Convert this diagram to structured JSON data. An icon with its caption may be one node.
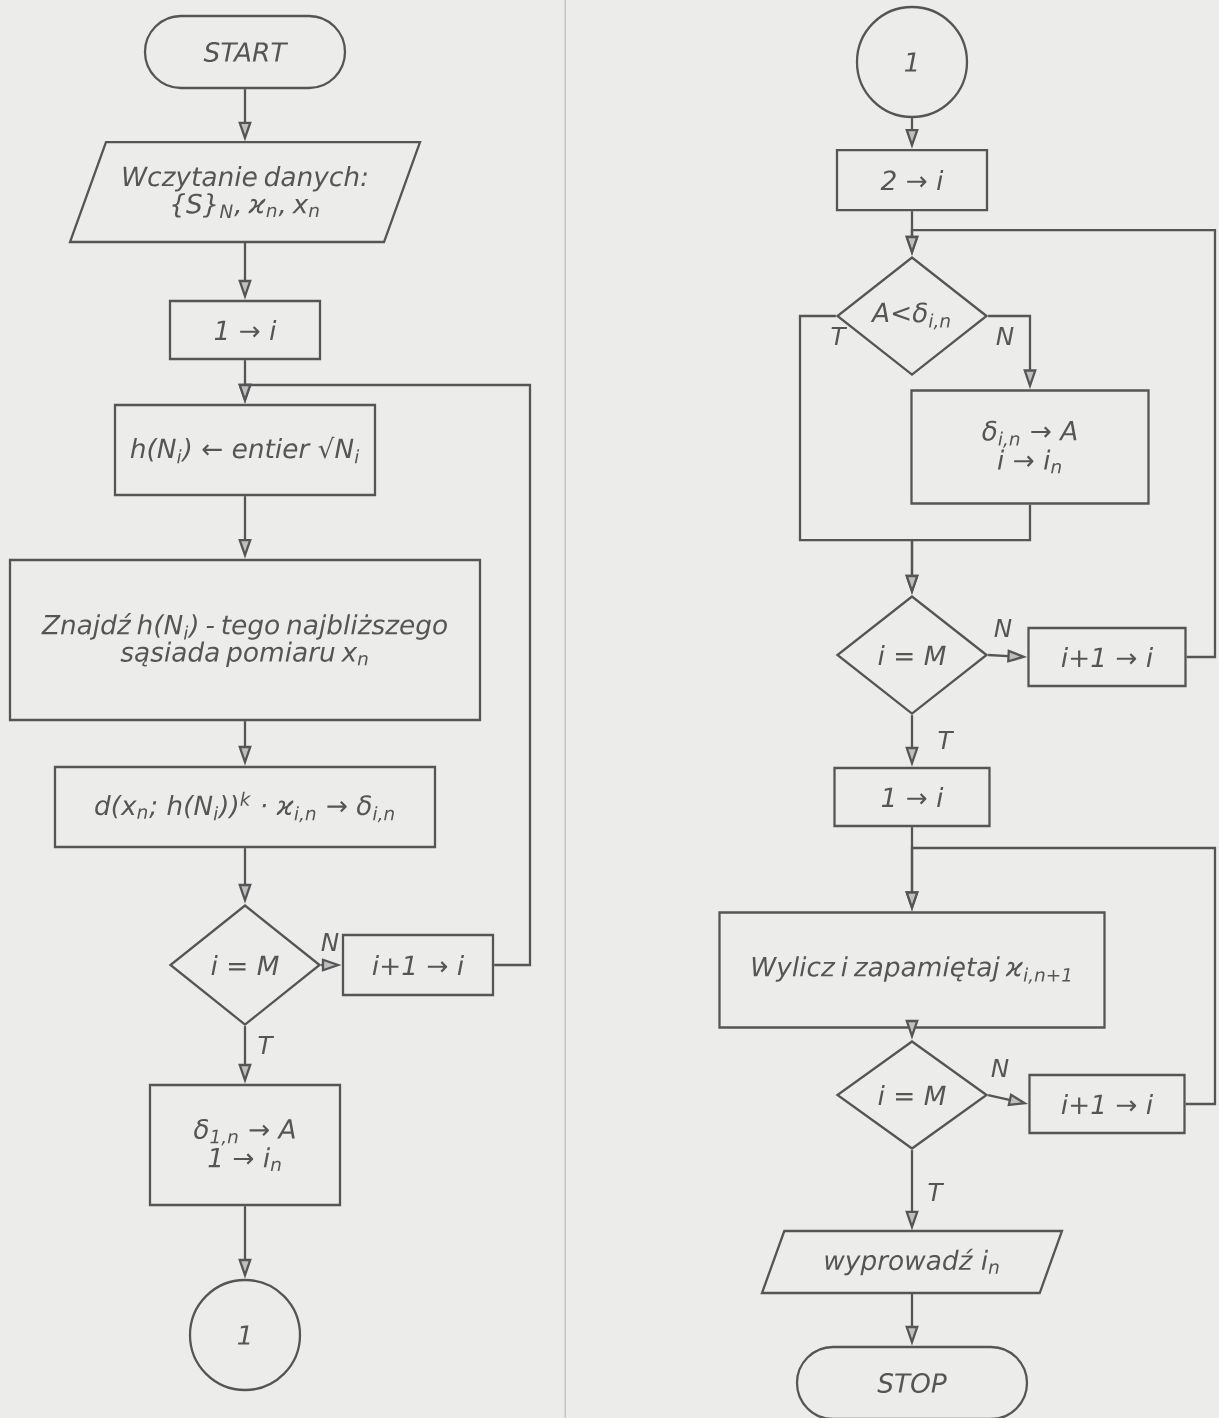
{
  "diagram": {
    "nodes": [
      {
        "text": [
          "START"
        ]
      },
      {
        "text": [
          "Wczytanie danych: {S}$_{N}$, ϰ$_{n}$, x$_{n}$"
        ]
      },
      {
        "text": [
          "1 → i"
        ]
      },
      {
        "text": [
          "h(N$_{i}$) ← entier √N$_{i}$"
        ]
      },
      {
        "text": [
          "Znajdź h(N$_{i}$) - tego najbliższego sąsiada pomiaru x$_{n}$"
        ]
      },
      {
        "text": [
          "d(x$_{n}$; h(N$_{i}$))$^{k}$ · ϰ$_{i,n}$ → δ$_{i,n}$"
        ]
      },
      {
        "text": [
          "i = M"
        ]
      },
      {
        "text": [
          "i+1 → i"
        ]
      },
      {
        "text": [
          "δ$_{1,n}$ → A",
          "1 → i$_{n}$"
        ]
      },
      {
        "text": [
          "1"
        ]
      },
      {
        "text": [
          "1"
        ]
      },
      {
        "text": [
          "2 → i"
        ]
      },
      {
        "text": [
          "A<δ$_{i,n}$"
        ]
      },
      {
        "text": [
          "δ$_{i,n}$ → A",
          "i → i$_{n}$"
        ]
      },
      {
        "text": [
          "i = M"
        ]
      },
      {
        "text": [
          "i+1 → i"
        ]
      },
      {
        "text": [
          "1 → i"
        ]
      },
      {
        "text": [
          "Wylicz i zapamiętaj ϰ$_{i,n+1}$"
        ]
      },
      {
        "text": [
          "i = M"
        ]
      },
      {
        "text": [
          "i+1 → i"
        ]
      },
      {
        "text": [
          "wyprowadź i$_{n}$"
        ]
      },
      {
        "text": [
          "STOP"
        ]
      }
    ],
    "edges": [
      {
        "from": 0,
        "to": 1,
        "arrow": "to"
      },
      {
        "from": 1,
        "to": 2,
        "arrow": "to"
      },
      {
        "from": 2,
        "to": 3,
        "arrow": "to"
      },
      {
        "from": 3,
        "to": 4,
        "arrow": "to"
      },
      {
        "from": 4,
        "to": 5,
        "arrow": "to"
      },
      {
        "from": 5,
        "to": 6,
        "arrow": "to"
      },
      {
        "from": 6,
        "to": 7,
        "arrow": "to",
        "label": "N"
      },
      {
        "from": 7,
        "to": 3,
        "arrow": "to"
      },
      {
        "from": 6,
        "to": 8,
        "arrow": "to",
        "label": "T"
      },
      {
        "from": 8,
        "to": 9,
        "arrow": "to"
      },
      {
        "from": 10,
        "to": 11,
        "arrow": "to"
      },
      {
        "from": 11,
        "to": 12,
        "arrow": "to"
      },
      {
        "from": 12,
        "to": 14,
        "arrow": "to",
        "label": "T"
      },
      {
        "from": 12,
        "to": 13,
        "arrow": "to",
        "label": "N"
      },
      {
        "from": 13,
        "to": 14,
        "arrow": "to"
      },
      {
        "from": 14,
        "to": 15,
        "arrow": "to",
        "label": "N"
      },
      {
        "from": 15,
        "to": 12,
        "arrow": "to"
      },
      {
        "from": 14,
        "to": 16,
        "arrow": "to",
        "label": "T"
      },
      {
        "from": 16,
        "to": 17,
        "arrow": "to"
      },
      {
        "from": 17,
        "to": 18,
        "arrow": "to"
      },
      {
        "from": 18,
        "to": 19,
        "arrow": "to",
        "label": "N"
      },
      {
        "from": 19,
        "to": 17,
        "arrow": "to"
      },
      {
        "from": 18,
        "to": 20,
        "arrow": "to",
        "label": "T"
      },
      {
        "from": 20,
        "to": 21,
        "arrow": "to"
      }
    ]
  }
}
